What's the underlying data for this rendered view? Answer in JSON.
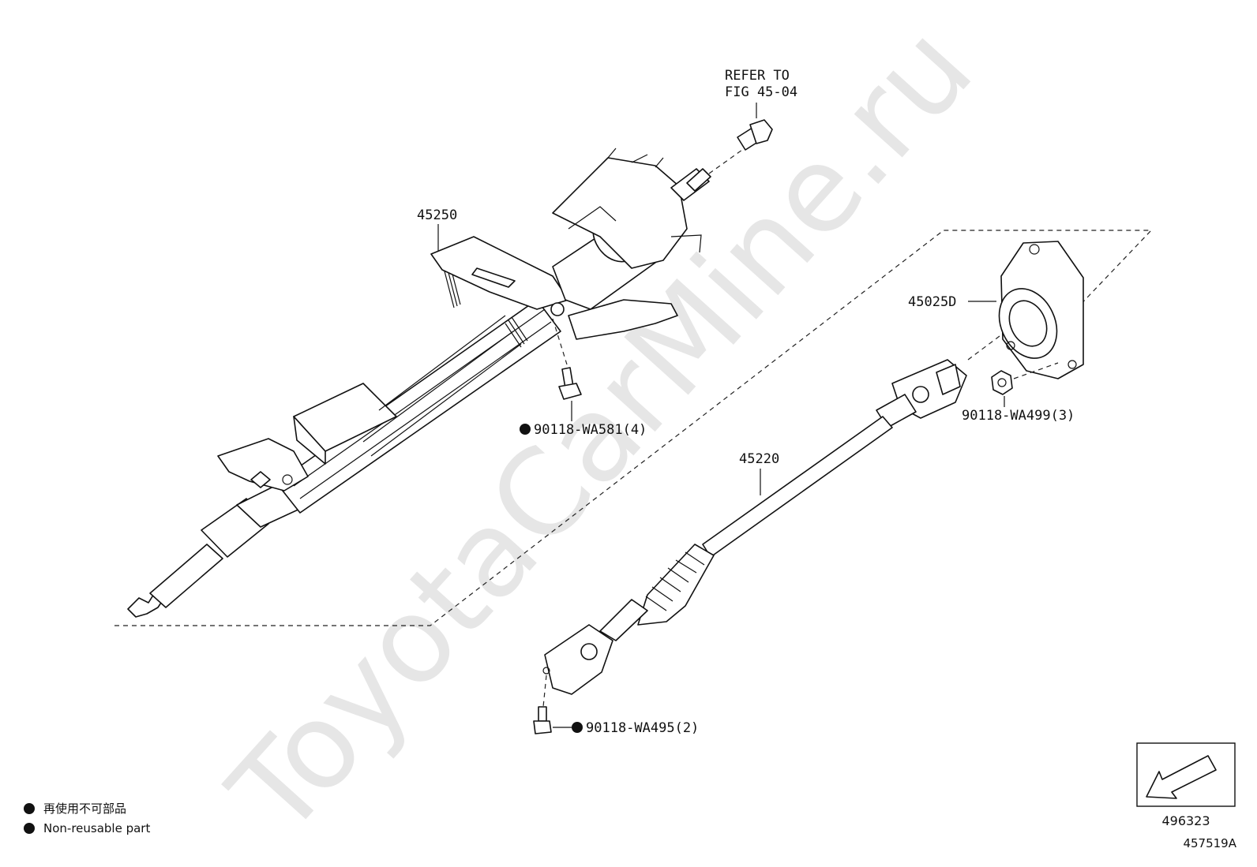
{
  "watermark": "ToyotaCarMine.ru",
  "refer_line1": "REFER TO",
  "refer_line2": "FIG 45-04",
  "parts": {
    "column": "45250",
    "cover": "45025D",
    "shaft": "45220",
    "bolt_column": "90118-WA581(4)",
    "nut_cover": "90118-WA499(3)",
    "bolt_shaft": "90118-WA495(2)"
  },
  "legend": {
    "jp": "再使用不可部品",
    "en": "Non-reusable part"
  },
  "box_number": "496323",
  "illustration_number": "457519A"
}
